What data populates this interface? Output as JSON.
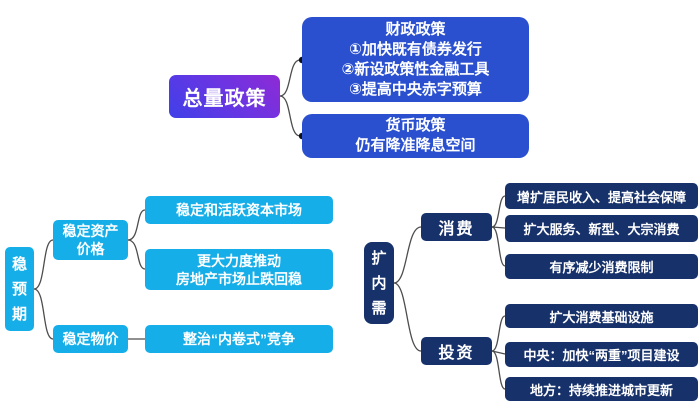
{
  "colors": {
    "royal_blue": "#2a50d0",
    "cyan": "#16aee8",
    "navy": "#17316b",
    "purple_grad_purple": "#8e2ad6",
    "purple_grad_blue": "#4040e8",
    "line": "#4d4d4d",
    "dot": "#111111"
  },
  "total_policy": {
    "root": "总量政策",
    "fiscal": {
      "lines": [
        "财政政策",
        "①加快既有债券发行",
        "②新设政策性金融工具",
        "③提高中央赤字预算"
      ]
    },
    "monetary": {
      "lines": [
        "货币政策",
        "仍有降准降息空间"
      ]
    }
  },
  "stable_expectations": {
    "root_chars": [
      "稳",
      "预",
      "期"
    ],
    "asset": {
      "label_lines": [
        "稳定资产",
        "价格"
      ],
      "leaf_capital": "稳定和活跃资本市场",
      "leaf_property_lines": [
        "更大力度推动",
        "房地产市场止跌回稳"
      ]
    },
    "price": {
      "label": "稳定物价",
      "leaf": "整治“内卷式”竞争"
    }
  },
  "expand_domestic_demand": {
    "root_chars": [
      "扩",
      "内",
      "需"
    ],
    "consumption": {
      "label": "消费",
      "leaves": [
        "增扩居民收入、提高社会保障",
        "扩大服务、新型、大宗消费",
        "有序减少消费限制"
      ]
    },
    "investment": {
      "label": "投资",
      "leaves": [
        "扩大消费基础设施",
        "中央：加快“两重”项目建设",
        "地方：持续推进城市更新"
      ]
    }
  }
}
